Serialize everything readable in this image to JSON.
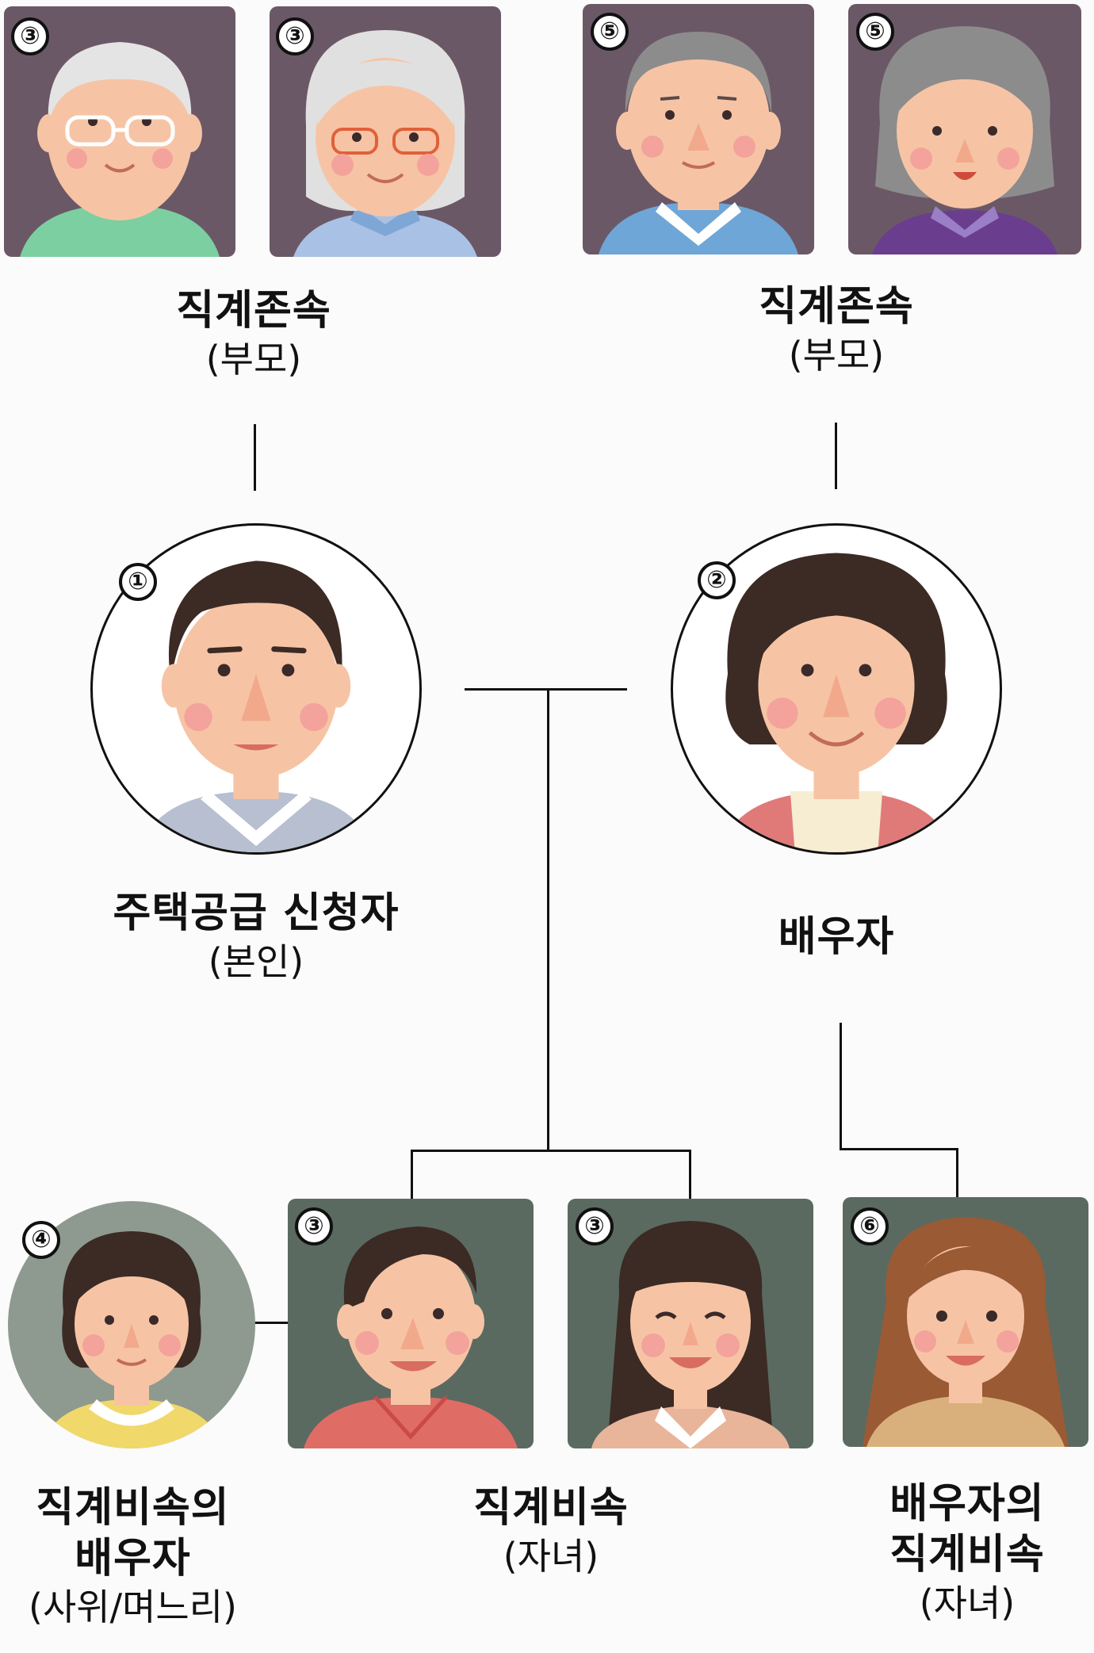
{
  "badges": {
    "p_grandpa": "③",
    "p_grandma": "③",
    "s_grandpa": "⑤",
    "s_grandma": "⑤",
    "applicant": "①",
    "spouse": "②",
    "in_law": "④",
    "son": "③",
    "daughter": "③",
    "spouse_child": "⑥"
  },
  "labels": {
    "parents_left_main": "직계존속",
    "parents_left_sub": "(부모)",
    "parents_right_main": "직계존속",
    "parents_right_sub": "(부모)",
    "applicant_main": "주택공급 신청자",
    "applicant_sub": "(본인)",
    "spouse_main": "배우자",
    "in_law_main1": "직계비속의",
    "in_law_main2": "배우자",
    "in_law_sub": "(사위/며느리)",
    "children_main": "직계비속",
    "children_sub": "(자녀)",
    "spouse_children_main1": "배우자의",
    "spouse_children_main2": "직계비속",
    "spouse_children_sub": "(자녀)"
  },
  "icons": {
    "p_grandpa": "grandfather-portrait",
    "p_grandma": "grandmother-portrait",
    "s_grandpa": "grandfather-portrait",
    "s_grandma": "grandmother-portrait",
    "applicant": "man-portrait",
    "spouse": "woman-portrait",
    "in_law": "young-woman-portrait",
    "son": "boy-portrait",
    "daughter": "girl-portrait",
    "spouse_child": "long-hair-girl-portrait"
  },
  "colors": {
    "card_top": "#6b5866",
    "card_bottom": "#5a6a60",
    "circle_bg": "#8e9a8f",
    "skin": "#f6c4a5",
    "cheek": "#f3a39b"
  }
}
